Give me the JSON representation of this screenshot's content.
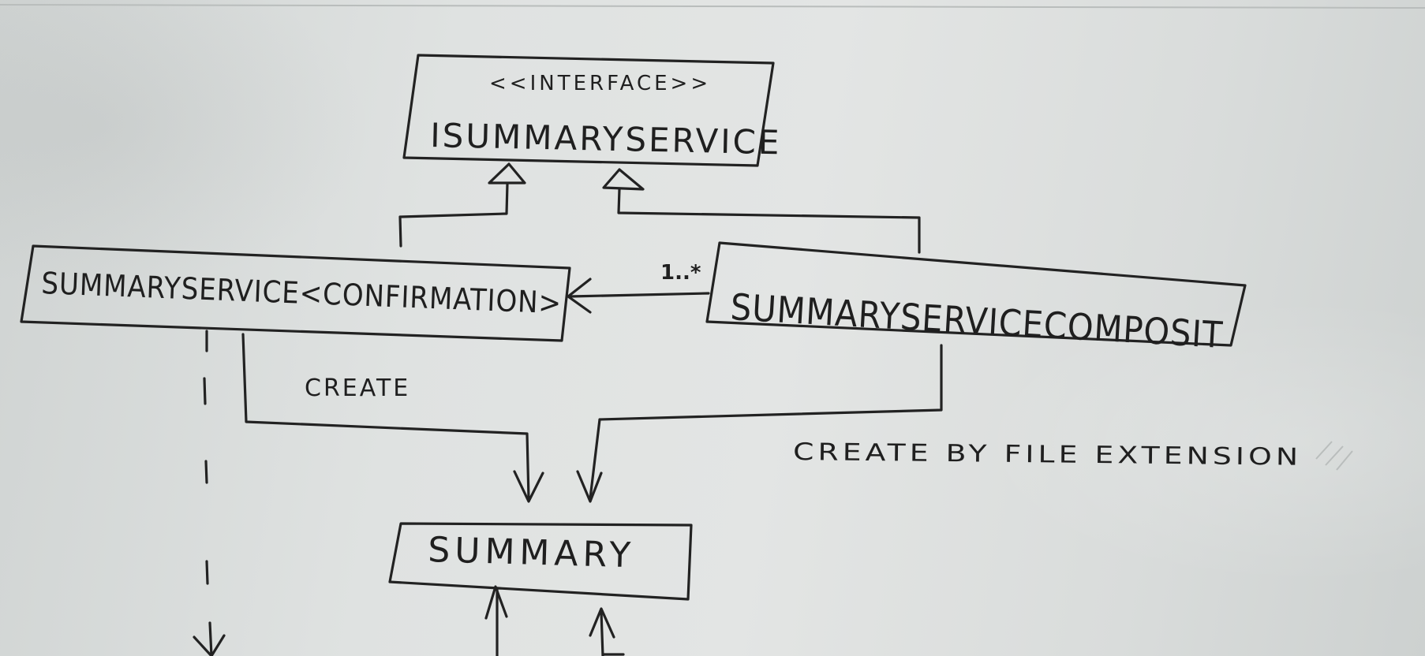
{
  "diagram": {
    "interface_box": {
      "stereotype": "<<INTERFACE>>",
      "name": "ISUMMARYSERVICE"
    },
    "confirmation_box": {
      "name": "SUMMARYSERVICE<CONFIRMATION>"
    },
    "composite_box": {
      "name": "SUMMARYSERVICECOMPOSIT"
    },
    "summary_box": {
      "name": "SUMMARY"
    },
    "labels": {
      "multiplicity": "1..*",
      "create": "CREATE",
      "create_by_ext": "CREATE BY FILE EXTENSION"
    }
  }
}
